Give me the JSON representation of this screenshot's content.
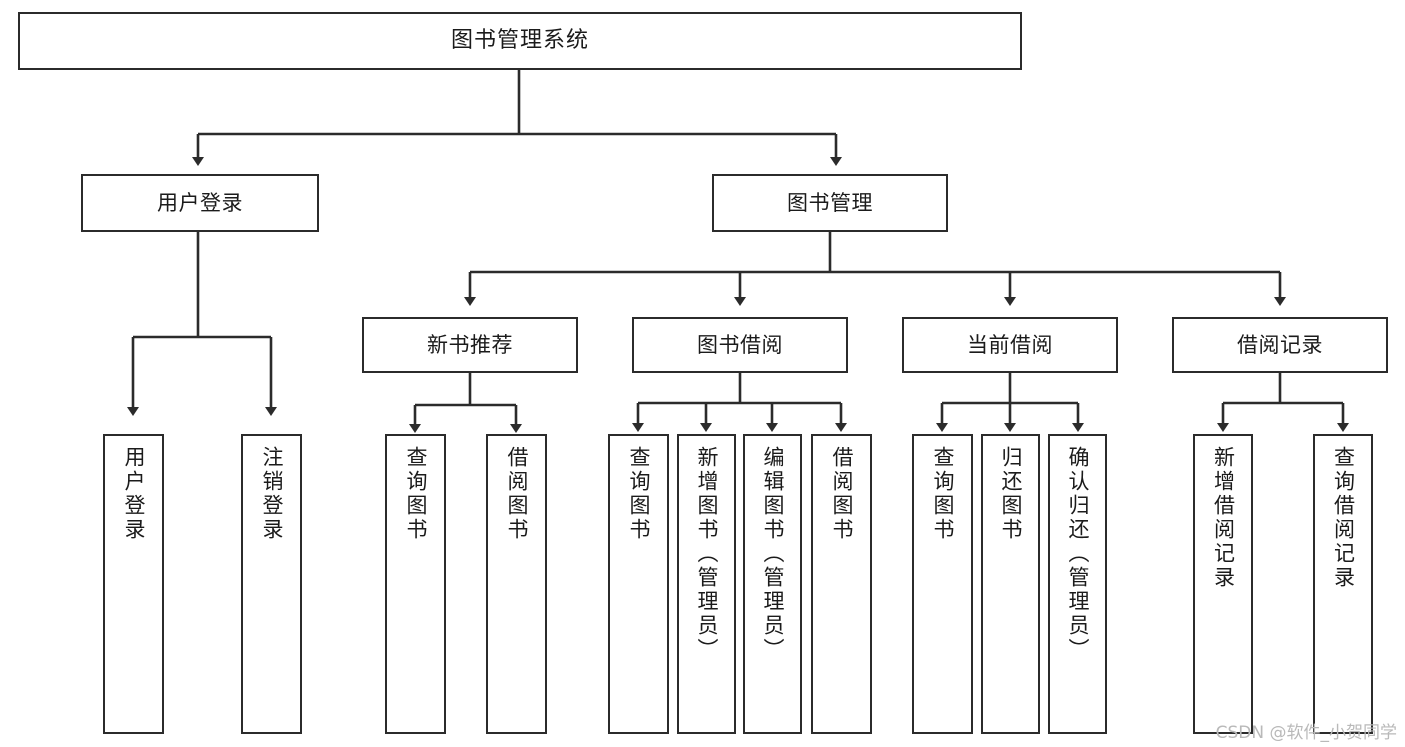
{
  "diagram": {
    "title": "图书管理系统",
    "type": "tree",
    "line_color": "#2b2b2b",
    "box_fill": "#ffffff",
    "text_color": "#1b1b1b"
  },
  "watermark": {
    "text": "CSDN @软件_小贺同学",
    "color": "#b9b9b9"
  },
  "nodes": {
    "root": {
      "label": "图书管理系统"
    },
    "level1": [
      {
        "id": "user-login",
        "label": "用户登录"
      },
      {
        "id": "book-manage",
        "label": "图书管理"
      }
    ],
    "level2": [
      {
        "id": "new-book-recommend",
        "label": "新书推荐"
      },
      {
        "id": "book-borrow",
        "label": "图书借阅"
      },
      {
        "id": "current-borrow",
        "label": "当前借阅"
      },
      {
        "id": "borrow-record",
        "label": "借阅记录"
      }
    ],
    "leaves": {
      "user_login": [
        {
          "id": "leaf-user-login",
          "label": "用户登录"
        },
        {
          "id": "leaf-logout-login",
          "label": "注销登录"
        }
      ],
      "new_book_recommend": [
        {
          "id": "leaf-query-book-1",
          "label": "查询图书"
        },
        {
          "id": "leaf-borrow-book-1",
          "label": "借阅图书"
        }
      ],
      "book_borrow": [
        {
          "id": "leaf-query-book-2",
          "label": "查询图书"
        },
        {
          "id": "leaf-add-book",
          "label": "新增图书（管理员）"
        },
        {
          "id": "leaf-edit-book",
          "label": "编辑图书（管理员）"
        },
        {
          "id": "leaf-borrow-book-2",
          "label": "借阅图书"
        }
      ],
      "current_borrow": [
        {
          "id": "leaf-query-book-3",
          "label": "查询图书"
        },
        {
          "id": "leaf-return-book",
          "label": "归还图书"
        },
        {
          "id": "leaf-confirm-return",
          "label": "确认归还（管理员）"
        }
      ],
      "borrow_record": [
        {
          "id": "leaf-add-record",
          "label": "新增借阅记录"
        },
        {
          "id": "leaf-query-record",
          "label": "查询借阅记录"
        }
      ]
    }
  }
}
